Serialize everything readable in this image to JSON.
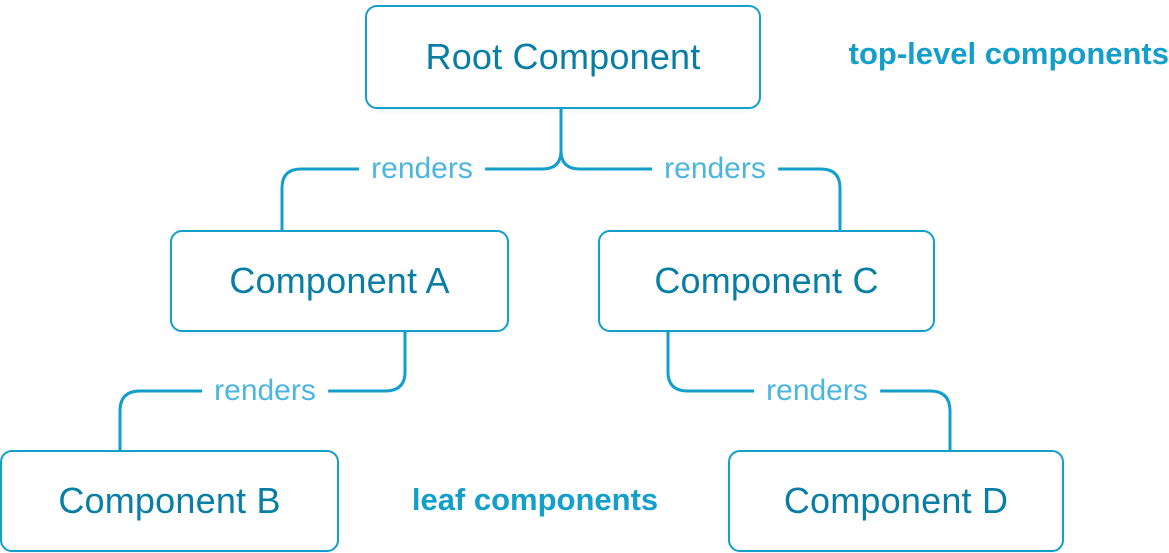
{
  "diagram": {
    "nodes": [
      {
        "id": "root-component",
        "label": "Root Component"
      },
      {
        "id": "component-a",
        "label": "Component A"
      },
      {
        "id": "component-c",
        "label": "Component C"
      },
      {
        "id": "component-b",
        "label": "Component B"
      },
      {
        "id": "component-d",
        "label": "Component D"
      }
    ],
    "edges": [
      {
        "from": "root-component",
        "to": "component-a",
        "label": "renders"
      },
      {
        "from": "root-component",
        "to": "component-c",
        "label": "renders"
      },
      {
        "from": "component-a",
        "to": "component-b",
        "label": "renders"
      },
      {
        "from": "component-c",
        "to": "component-d",
        "label": "renders"
      }
    ],
    "annotations": {
      "top": "top-level components",
      "bottom": "leaf components"
    },
    "colors": {
      "background": "#ffffff",
      "node_text": "#087ea4",
      "node_border": "#149eca",
      "connector": "#149eca",
      "edge_label": "#4db6de",
      "annotation": "#149eca"
    }
  }
}
